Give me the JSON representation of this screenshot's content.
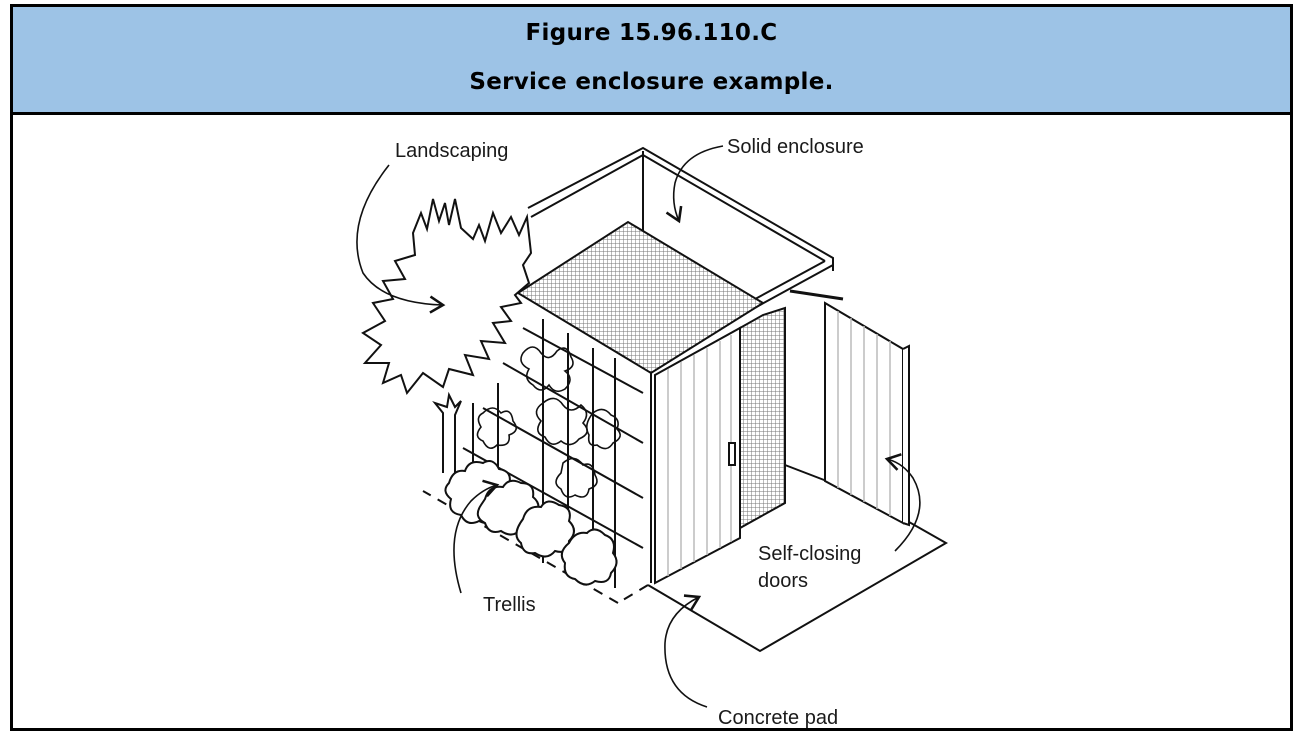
{
  "figure": {
    "number": "Figure 15.96.110.C",
    "caption": "Service enclosure example.",
    "header_color": "#9dc3e6"
  },
  "illustration": {
    "labels": {
      "landscaping": "Landscaping",
      "solid_enclosure": "Solid enclosure",
      "self_closing_line1": "Self-closing",
      "self_closing_line2": "doors",
      "trellis": "Trellis",
      "concrete_pad": "Concrete pad"
    }
  }
}
